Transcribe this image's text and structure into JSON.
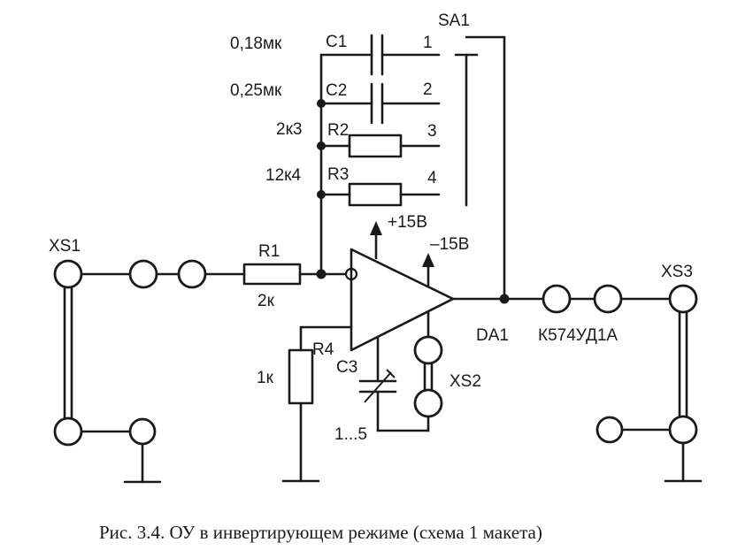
{
  "labels": {
    "xs1": "XS1",
    "xs2": "XS2",
    "xs3": "XS3",
    "r1": "R1",
    "r1_val": "2к",
    "r2": "R2",
    "r2_val": "2к3",
    "r3": "R3",
    "r3_val": "12к4",
    "r4": "R4",
    "r4_val": "1к",
    "c1": "C1",
    "c1_val": "0,18мк",
    "c2": "C2",
    "c2_val": "0,25мк",
    "c3": "C3",
    "c3_val": "1...5",
    "sa1": "SA1",
    "pos1": "1",
    "pos2": "2",
    "pos3": "3",
    "pos4": "4",
    "vpos": "+15В",
    "vneg": "–15В",
    "da1": "DA1",
    "da1_type": "К574УД1А"
  },
  "caption": "Рис. 3.4. ОУ в инвертирующем режиме (схема 1 макета)"
}
